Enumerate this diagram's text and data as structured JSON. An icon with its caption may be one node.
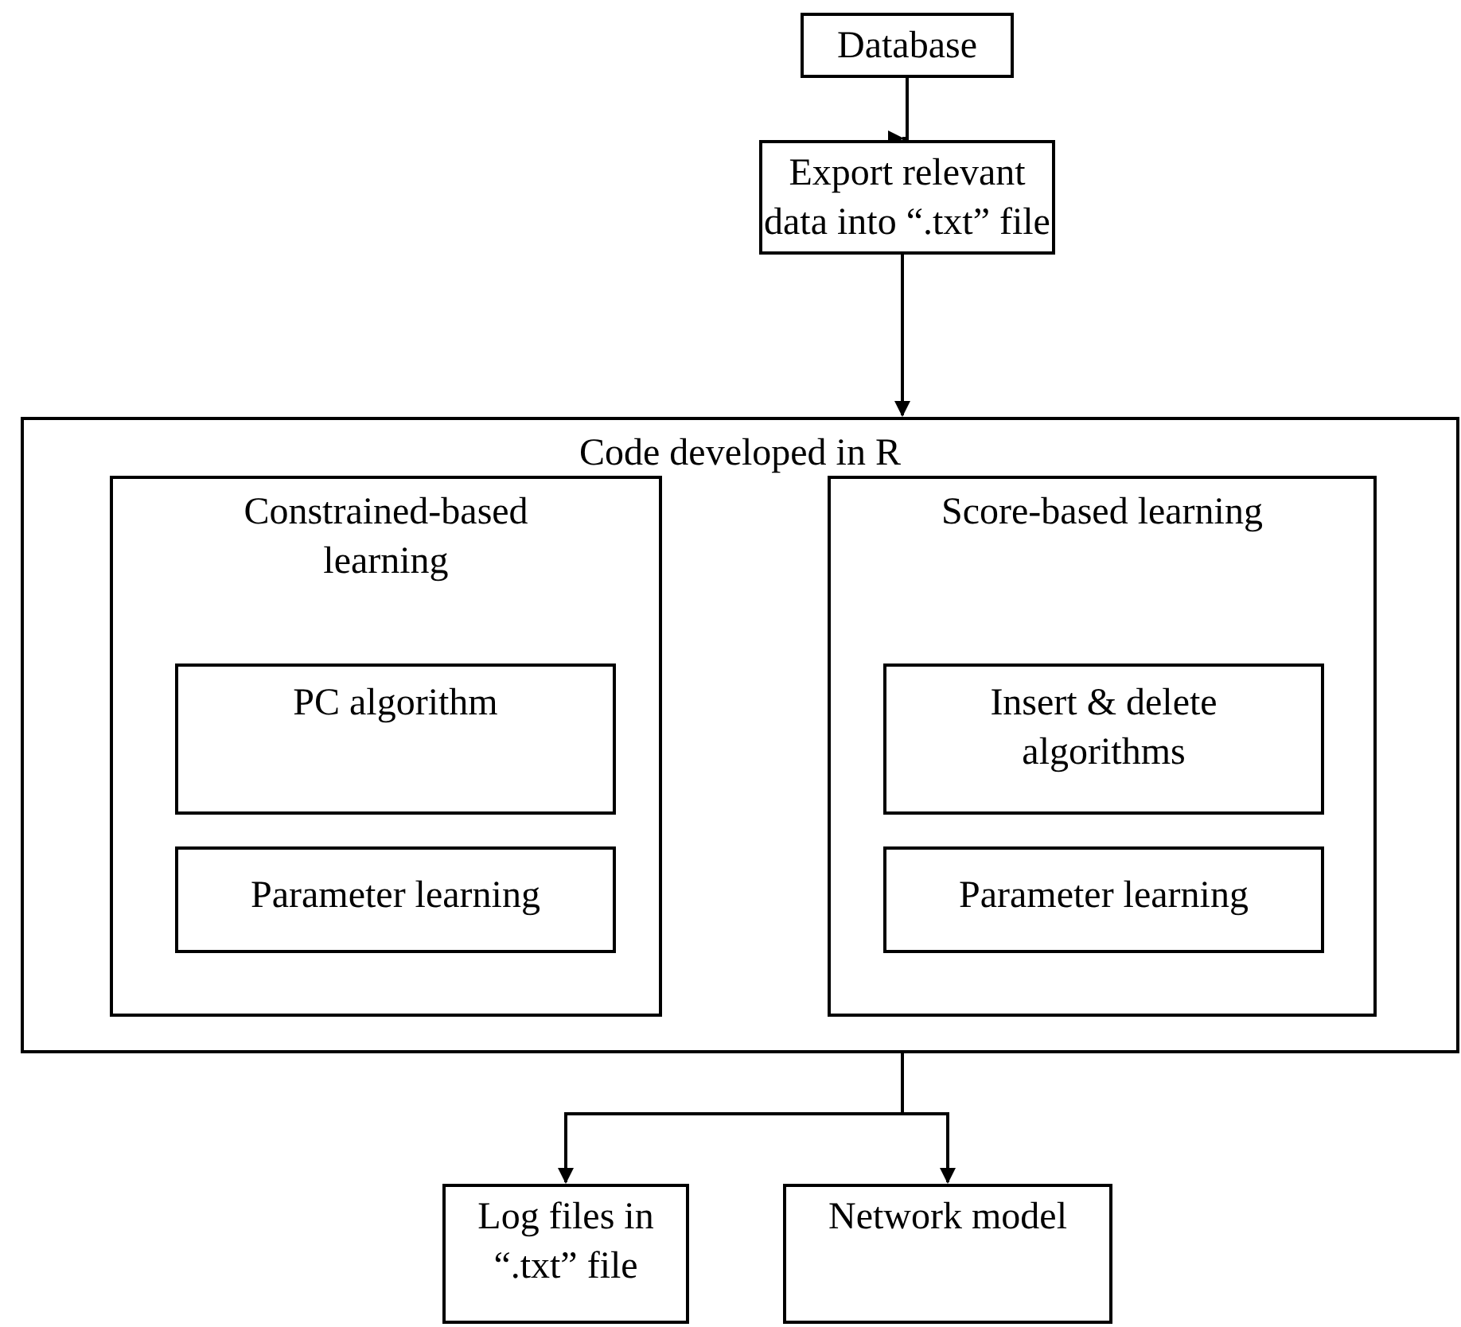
{
  "diagram": {
    "nodes": [
      {
        "text": [
          "Database"
        ]
      },
      {
        "text": [
          "Export relevant data into “.txt” file"
        ]
      },
      {
        "text": [
          "Code developed in R"
        ]
      },
      {
        "text": [
          "Constrained-based learning"
        ],
        "in": 2
      },
      {
        "text": [
          "PC algorithm"
        ],
        "in": 3
      },
      {
        "text": [
          "Parameter learning"
        ],
        "in": 3
      },
      {
        "text": [
          "Score-based learning"
        ],
        "in": 2
      },
      {
        "text": [
          "Insert & delete algorithms"
        ],
        "in": 6
      },
      {
        "text": [
          "Parameter learning"
        ],
        "in": 6
      },
      {
        "text": [
          "Log files in “.txt” file"
        ]
      },
      {
        "text": [
          "Network model"
        ]
      }
    ],
    "edges": [
      {
        "from": 0,
        "to": 1,
        "arrow": "to"
      },
      {
        "from": 1,
        "to": 2,
        "arrow": "to"
      },
      {
        "from": 2,
        "to": 9,
        "arrow": "to"
      },
      {
        "from": 2,
        "to": 10,
        "arrow": "to"
      }
    ]
  }
}
